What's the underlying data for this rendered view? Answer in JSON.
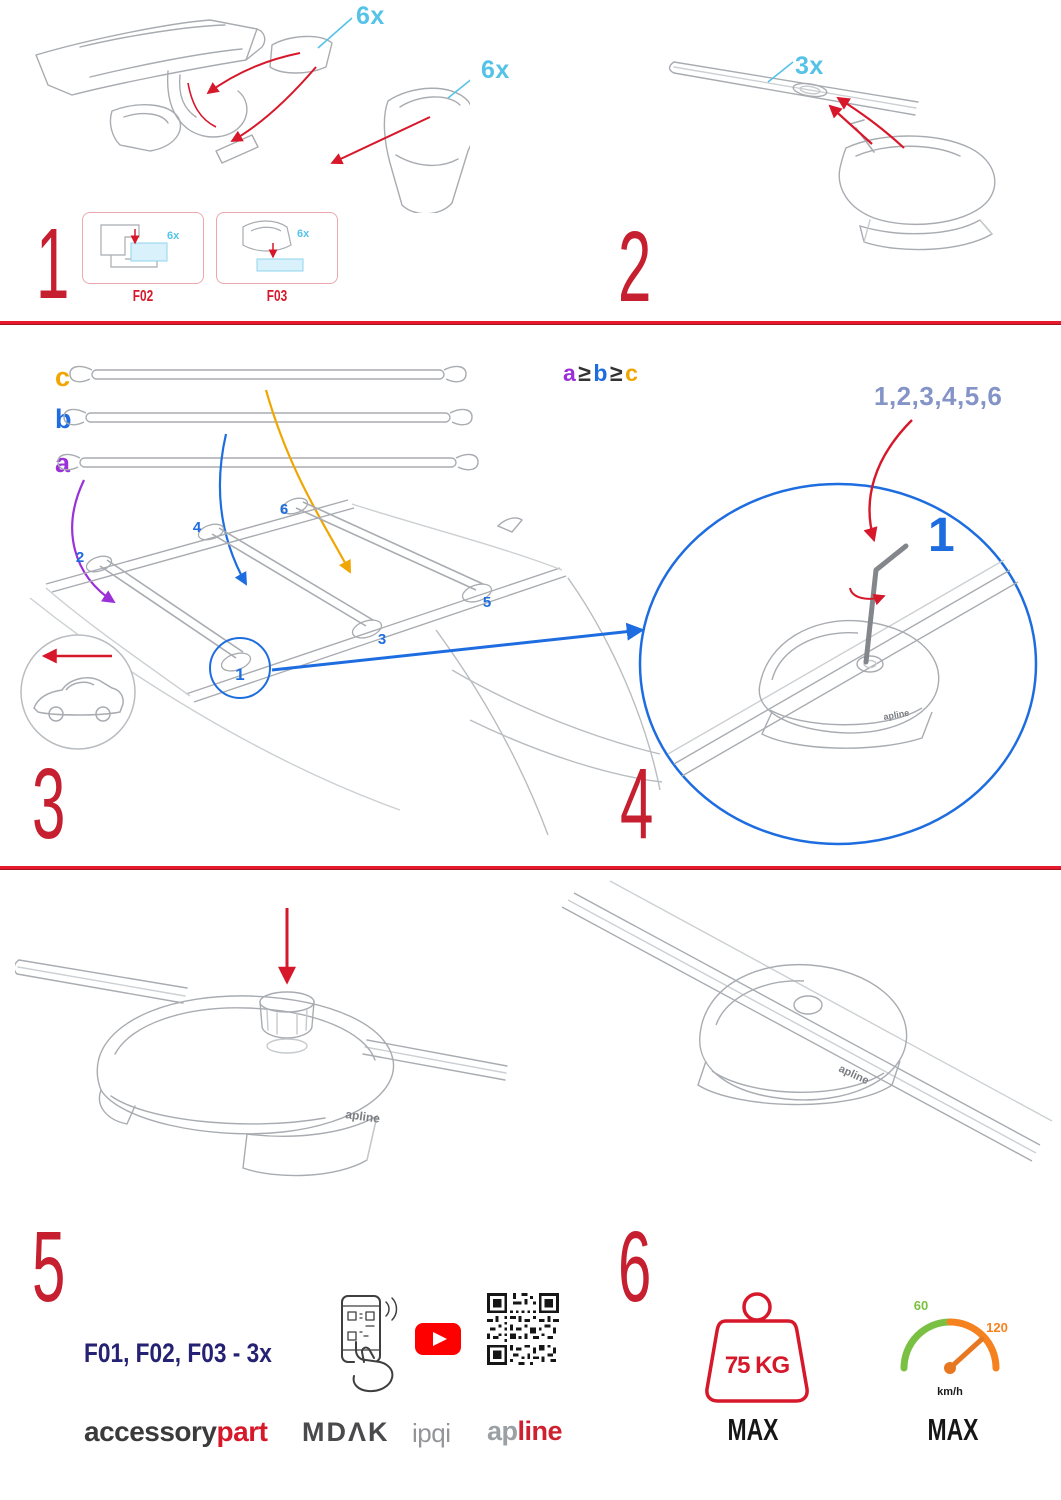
{
  "colors": {
    "red": "#d6182a",
    "step_red": "#c51f30",
    "cyan": "#55c3e8",
    "blue": "#1e6de0",
    "purple": "#9b30d9",
    "orange": "#f0a500",
    "navy": "#252273",
    "steel_blue": "#8494c7",
    "green": "#7ac143",
    "speed_orange": "#f5821f",
    "divider": "#e8192c",
    "line_gray": "#a8acb1",
    "youtube_red": "#ff0000"
  },
  "steps": {
    "s1": "1",
    "s2": "2",
    "s3": "3",
    "s4": "4",
    "s5": "5",
    "s6": "6"
  },
  "panel1": {
    "qty_cap": "6x",
    "qty_cover": "6x",
    "box1": {
      "label": "F02",
      "qty": "6x"
    },
    "box2": {
      "label": "F03",
      "qty": "6x"
    }
  },
  "panel2": {
    "qty": "3x"
  },
  "panel3": {
    "bars": {
      "c": "c",
      "b": "b",
      "a": "a"
    },
    "rule": {
      "a": "a",
      "gte1": "≥",
      "b": "b",
      "gte2": "≥",
      "c": "c"
    },
    "positions": [
      "1",
      "2",
      "3",
      "4",
      "5",
      "6"
    ]
  },
  "panel4": {
    "sequence": "1,2,3,4,5,6",
    "first": "1"
  },
  "brandmark": "apline",
  "footer": {
    "parts": "F01, F02, F03 - 3x",
    "accessory": "accessory",
    "part": "part",
    "mdak": "MDΛK",
    "ipqi": "ipqi",
    "ap": "ap",
    "line": "line",
    "weight": "75 KG",
    "weight_max": "MAX",
    "speed_low": "60",
    "speed_high": "120",
    "speed_unit": "km/h",
    "speed_max": "MAX"
  }
}
